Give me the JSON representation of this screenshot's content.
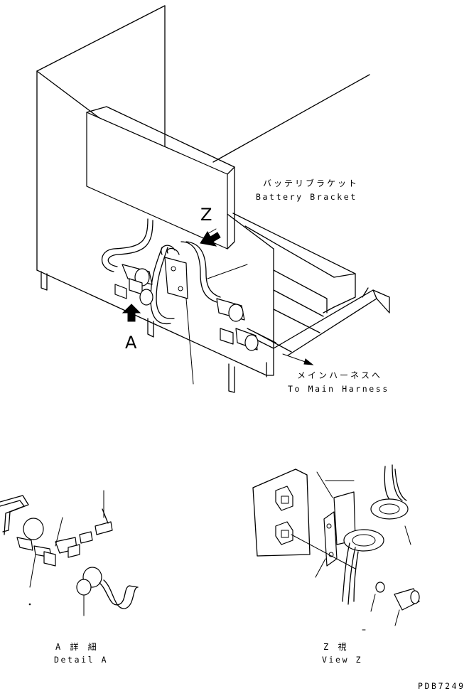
{
  "labels": {
    "battery_bracket_jp": "バッテリブラケット",
    "battery_bracket_en": "Battery Bracket",
    "view_marker_z": "Z",
    "view_marker_a": "A",
    "main_harness_jp": "メインハーネスへ",
    "main_harness_en": "To Main Harness",
    "detail_a_jp": "A 詳 細",
    "detail_a_en": "Detail A",
    "view_z_jp": "Z  視",
    "view_z_en": "View Z",
    "drawing_number": "PDB7249"
  }
}
